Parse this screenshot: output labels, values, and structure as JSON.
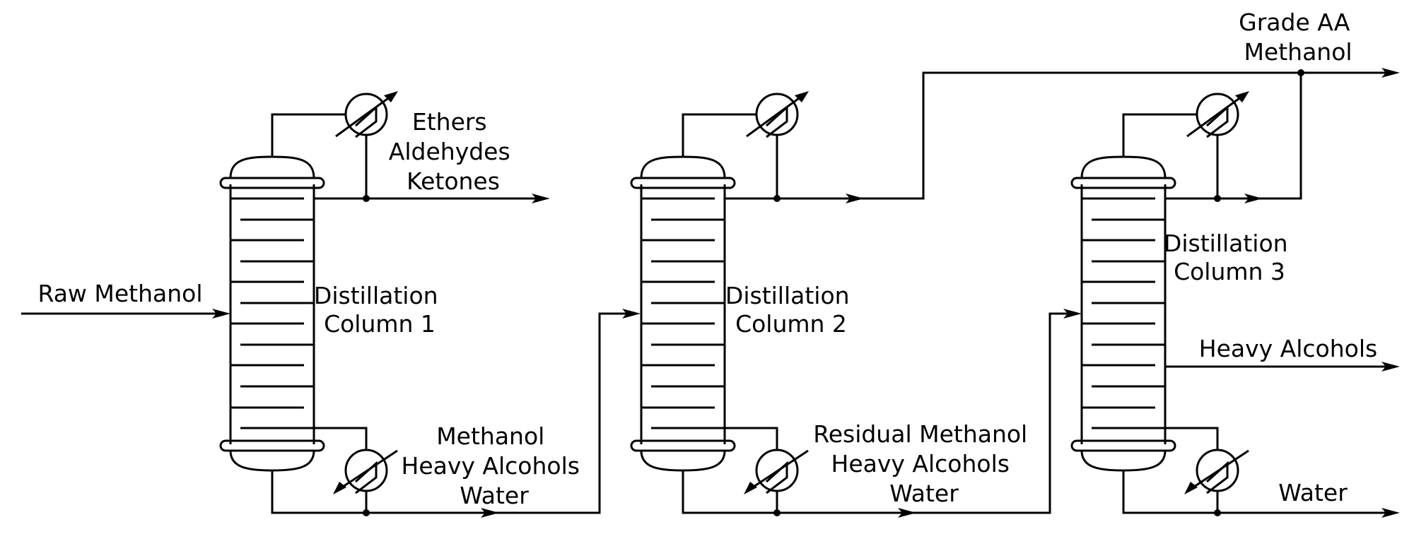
{
  "columns": [
    {
      "label": [
        "Distillation",
        "Column 1"
      ]
    },
    {
      "label": [
        "Distillation",
        "Column 2"
      ]
    },
    {
      "label": [
        "Distillation",
        "Column 3"
      ]
    }
  ],
  "streams": {
    "feed": [
      "Raw Methanol"
    ],
    "top1": [
      "Ethers",
      "Aldehydes",
      "Ketones"
    ],
    "bottom1": [
      "Methanol",
      "Heavy Alcohols",
      "Water"
    ],
    "bottom2": [
      "Residual Methanol",
      "Heavy Alcohols",
      "Water"
    ],
    "product": [
      "Grade AA",
      "Methanol"
    ],
    "side3": [
      "Heavy Alcohols"
    ],
    "bottom3": [
      "Water"
    ]
  }
}
